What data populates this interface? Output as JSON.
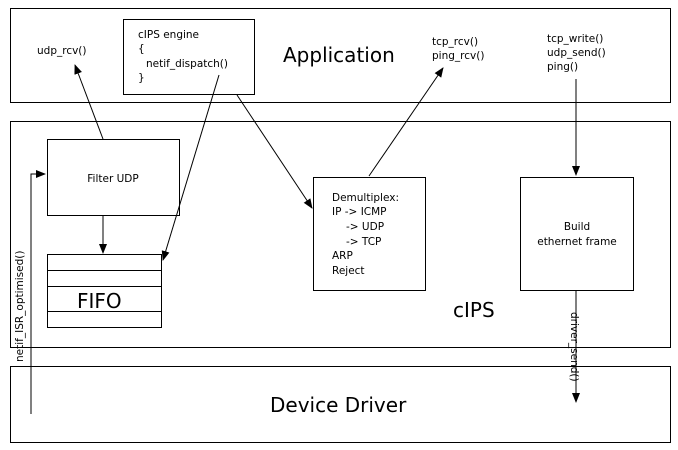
{
  "layers": {
    "application": "Application",
    "cips": "cIPS",
    "device_driver": "Device Driver"
  },
  "engine_box": {
    "lines": [
      "cIPS engine",
      "{",
      "netif_dispatch()",
      "}"
    ]
  },
  "app_calls": {
    "udp_rcv": "udp_rcv()",
    "tcp_rcv": "tcp_rcv()",
    "ping_rcv": "ping_rcv()",
    "tcp_write": "tcp_write()",
    "udp_send": "udp_send()",
    "ping": "ping()"
  },
  "filter_udp": "Filter UDP",
  "fifo": "FIFO",
  "demux": {
    "lines": [
      "Demultiplex:",
      "IP -> ICMP",
      "-> UDP",
      "-> TCP",
      "ARP",
      "Reject"
    ]
  },
  "build_frame": {
    "lines": [
      "Build",
      "ethernet frame"
    ]
  },
  "vertical_labels": {
    "isr": "netif_ISR_optimised()",
    "driver_send": "driver_send()"
  }
}
